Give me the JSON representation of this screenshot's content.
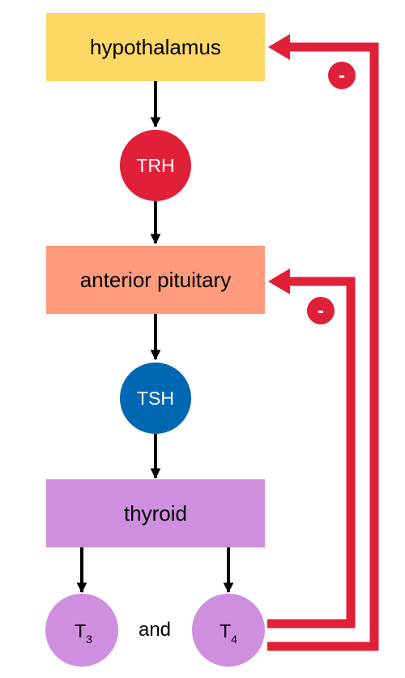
{
  "nodes": {
    "hypothalamus": {
      "label": "hypothalamus"
    },
    "trh": {
      "label": "TRH"
    },
    "anterior_pituitary": {
      "label": "anterior pituitary"
    },
    "tsh": {
      "label": "TSH"
    },
    "thyroid": {
      "label": "thyroid"
    },
    "t3": {
      "label": "T",
      "subscript": "3"
    },
    "t4": {
      "label": "T",
      "subscript": "4"
    }
  },
  "connector": "and",
  "feedback": {
    "to_hypothalamus": {
      "sign": "-"
    },
    "to_anterior_pituitary": {
      "sign": "-"
    }
  },
  "colors": {
    "hypothalamus": "#fdd865",
    "anterior_pituitary": "#ff9b7c",
    "thyroid": "#d08edf",
    "trh": "#e02038",
    "tsh": "#0068b3",
    "hormone": "#d08edf",
    "feedback": "#e02038",
    "arrow": "#000000"
  }
}
